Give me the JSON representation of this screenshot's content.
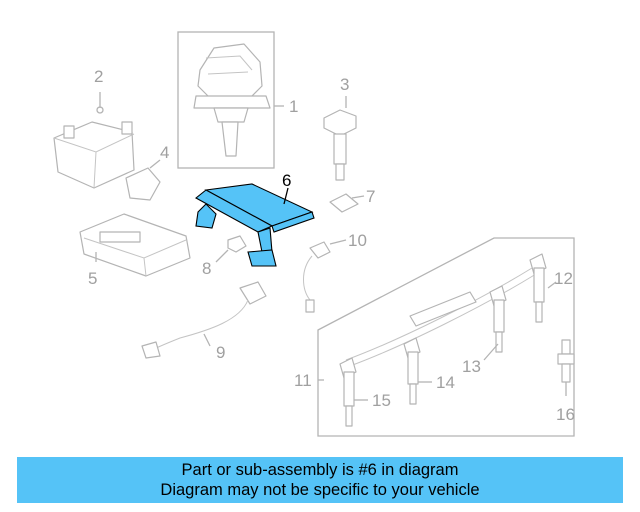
{
  "highlight_color": "#55c3f7",
  "callouts": {
    "c1": "1",
    "c2": "2",
    "c3": "3",
    "c4": "4",
    "c5": "5",
    "c6": "6",
    "c7": "7",
    "c8": "8",
    "c9": "9",
    "c10": "10",
    "c11": "11",
    "c12": "12",
    "c13": "13",
    "c14": "14",
    "c15": "15",
    "c16": "16"
  },
  "banner": {
    "line1": "Part or sub-assembly is #6 in diagram",
    "line2": "Diagram may not be specific to your vehicle"
  }
}
